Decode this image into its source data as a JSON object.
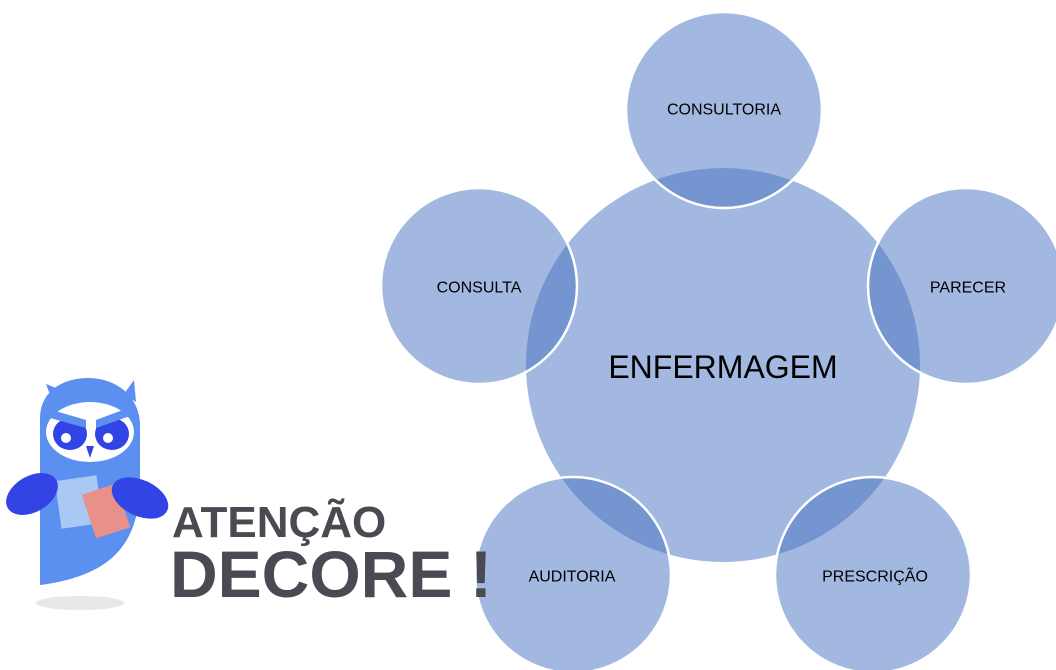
{
  "colors": {
    "circle_fill": "#a2b8e0",
    "overlap_fill": "#7595d0",
    "circle_stroke": "#ffffff",
    "mascot_blue": "#5b8ff0",
    "mascot_dark": "#3344e6",
    "mascot_paper_light": "#a9c9f4",
    "mascot_paper_pink": "#e8908a",
    "mascot_text": "#4a4a52",
    "shadow": "#e6e8ea"
  },
  "diagram": {
    "center": {
      "label": "ENFERMAGEM"
    },
    "satellites": [
      {
        "label": "CONSULTORIA"
      },
      {
        "label": "PARECER"
      },
      {
        "label": "PRESCRIÇÃO"
      },
      {
        "label": "AUDITORIA"
      },
      {
        "label": "CONSULTA"
      }
    ]
  },
  "mascot": {
    "icon": "owl-mascot-icon",
    "line1": "ATENÇÃO",
    "line2": "DECORE",
    "exclamation": "!"
  }
}
